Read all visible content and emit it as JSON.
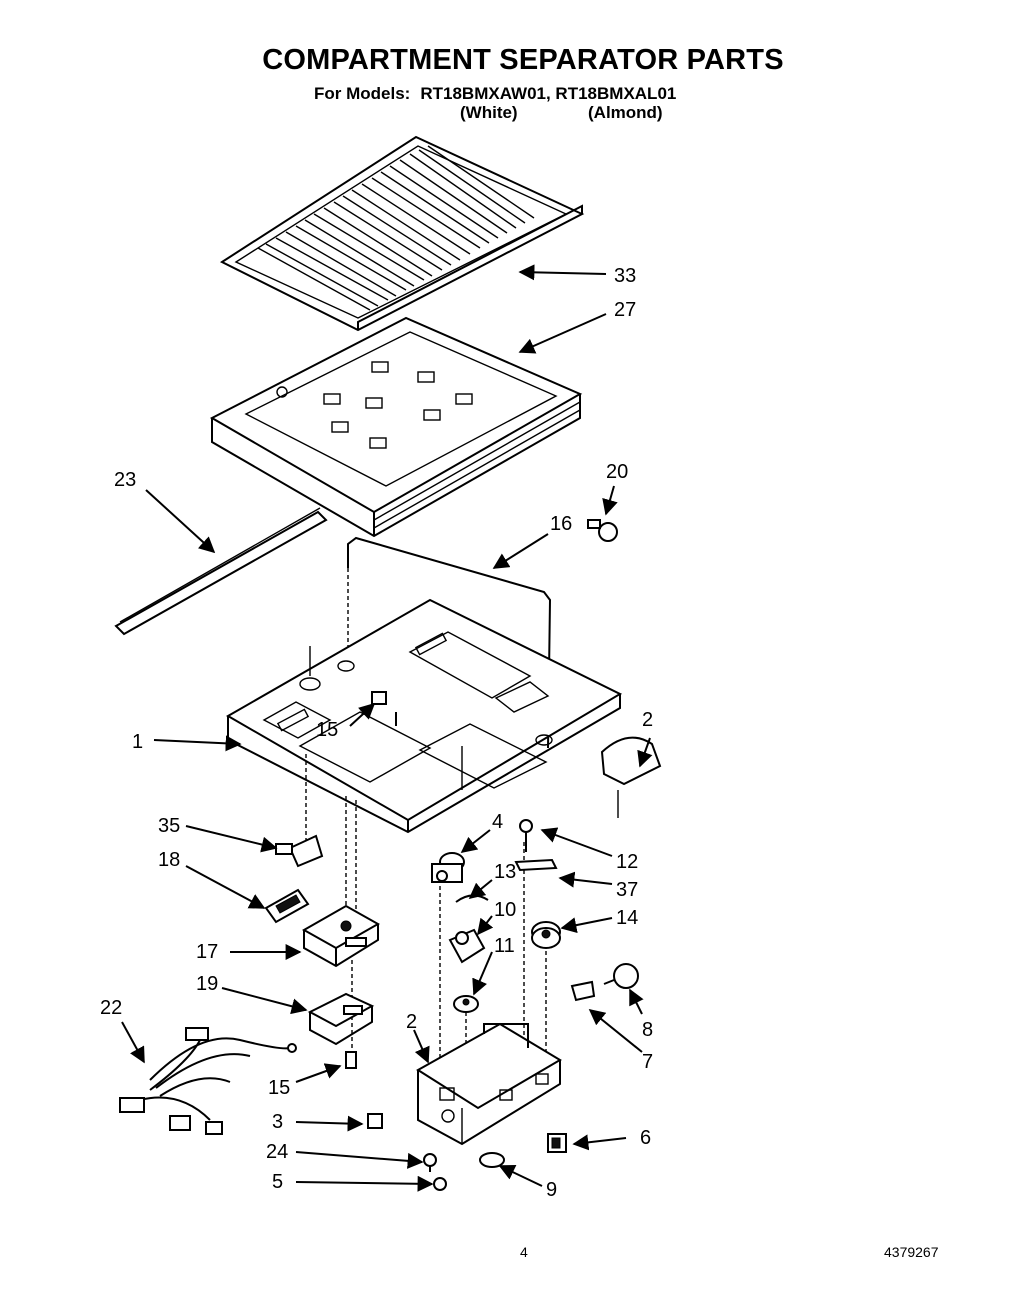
{
  "header": {
    "title": "COMPARTMENT SEPARATOR PARTS",
    "models_label": "For Models:",
    "models": "RT18BMXAW01, RT18BMXAL01",
    "color_white": "(White)",
    "color_almond": "(Almond)"
  },
  "callouts": [
    {
      "id": "c33",
      "label": "33"
    },
    {
      "id": "c27",
      "label": "27"
    },
    {
      "id": "c23",
      "label": "23"
    },
    {
      "id": "c20",
      "label": "20"
    },
    {
      "id": "c16",
      "label": "16"
    },
    {
      "id": "c15a",
      "label": "15"
    },
    {
      "id": "c1",
      "label": "1"
    },
    {
      "id": "c21",
      "label": "2"
    },
    {
      "id": "c35",
      "label": "35"
    },
    {
      "id": "c4",
      "label": "4"
    },
    {
      "id": "c12",
      "label": "12"
    },
    {
      "id": "c18",
      "label": "18"
    },
    {
      "id": "c13",
      "label": "13"
    },
    {
      "id": "c37",
      "label": "37"
    },
    {
      "id": "c10",
      "label": "10"
    },
    {
      "id": "c14",
      "label": "14"
    },
    {
      "id": "c17",
      "label": "17"
    },
    {
      "id": "c11",
      "label": "11"
    },
    {
      "id": "c19",
      "label": "19"
    },
    {
      "id": "c22",
      "label": "22"
    },
    {
      "id": "c2",
      "label": "2"
    },
    {
      "id": "c8",
      "label": "8"
    },
    {
      "id": "c7",
      "label": "7"
    },
    {
      "id": "c15b",
      "label": "15"
    },
    {
      "id": "c3",
      "label": "3"
    },
    {
      "id": "c6",
      "label": "6"
    },
    {
      "id": "c24",
      "label": "24"
    },
    {
      "id": "c5",
      "label": "5"
    },
    {
      "id": "c9",
      "label": "9"
    }
  ],
  "footer": {
    "page_number": "4",
    "doc_number": "4379267"
  }
}
